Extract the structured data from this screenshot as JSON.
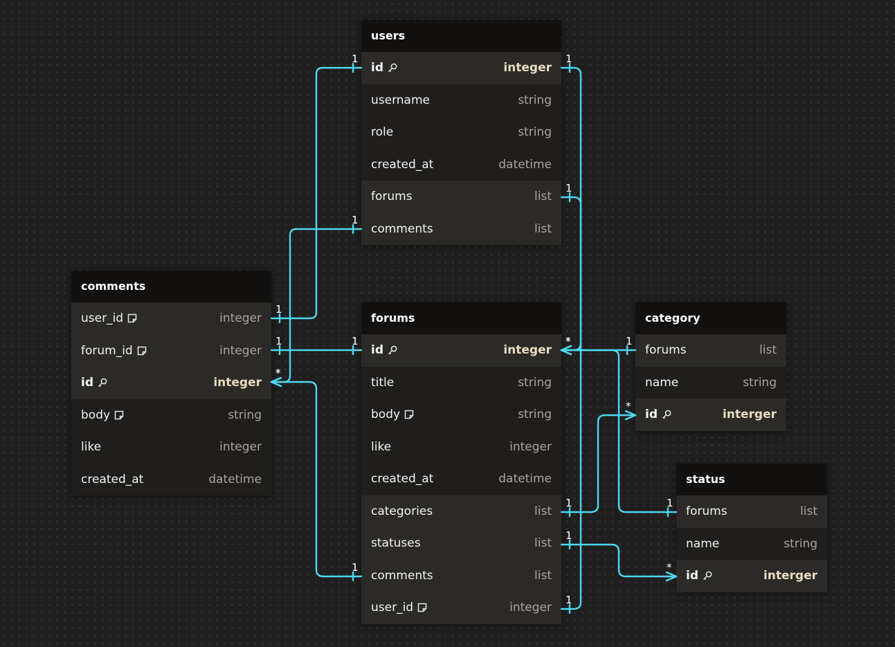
{
  "tables": {
    "users": {
      "title": "users",
      "fields": [
        {
          "name": "id",
          "type": "integer",
          "pk": true
        },
        {
          "name": "username",
          "type": "string"
        },
        {
          "name": "role",
          "type": "string"
        },
        {
          "name": "created_at",
          "type": "datetime"
        },
        {
          "name": "forums",
          "type": "list"
        },
        {
          "name": "comments",
          "type": "list"
        }
      ]
    },
    "comments": {
      "title": "comments",
      "fields": [
        {
          "name": "user_id",
          "type": "integer",
          "note": true
        },
        {
          "name": "forum_id",
          "type": "integer",
          "note": true
        },
        {
          "name": "id",
          "type": "integer",
          "pk": true
        },
        {
          "name": "body",
          "type": "string",
          "note": true
        },
        {
          "name": "like",
          "type": "integer"
        },
        {
          "name": "created_at",
          "type": "datetime"
        }
      ]
    },
    "forums": {
      "title": "forums",
      "fields": [
        {
          "name": "id",
          "type": "integer",
          "pk": true
        },
        {
          "name": "title",
          "type": "string"
        },
        {
          "name": "body",
          "type": "string",
          "note": true
        },
        {
          "name": "like",
          "type": "integer"
        },
        {
          "name": "created_at",
          "type": "datetime"
        },
        {
          "name": "categories",
          "type": "list"
        },
        {
          "name": "statuses",
          "type": "list"
        },
        {
          "name": "comments",
          "type": "list"
        },
        {
          "name": "user_id",
          "type": "integer",
          "note": true
        }
      ]
    },
    "category": {
      "title": "category",
      "fields": [
        {
          "name": "forums",
          "type": "list"
        },
        {
          "name": "name",
          "type": "string"
        },
        {
          "name": "id",
          "type": "interger",
          "pk": true
        }
      ]
    },
    "status": {
      "title": "status",
      "fields": [
        {
          "name": "forums",
          "type": "list"
        },
        {
          "name": "name",
          "type": "string"
        },
        {
          "name": "id",
          "type": "interger",
          "pk": true
        }
      ]
    }
  },
  "relationships": [
    {
      "from": "users.id",
      "to": "comments.user_id",
      "from_card": "1",
      "to_card": "1"
    },
    {
      "from": "users.comments",
      "to": "comments.id",
      "from_card": "1",
      "to_card": "*"
    },
    {
      "from": "comments.forum_id",
      "to": "forums.id",
      "from_card": "1",
      "to_card": "1"
    },
    {
      "from": "comments.id",
      "to": "forums.comments",
      "from_card": "*",
      "to_card": "1"
    },
    {
      "from": "users.id",
      "to": "forums.user_id",
      "from_card": "1",
      "to_card": "1"
    },
    {
      "from": "users.forums",
      "to": "forums.id",
      "from_card": "1",
      "to_card": "*"
    },
    {
      "from": "forums.id",
      "to": "category.forums",
      "from_card": "*",
      "to_card": "1"
    },
    {
      "from": "forums.id",
      "to": "status.forums",
      "from_card": "*",
      "to_card": "1"
    },
    {
      "from": "forums.categories",
      "to": "category.id",
      "from_card": "1",
      "to_card": "*"
    },
    {
      "from": "forums.statuses",
      "to": "status.id",
      "from_card": "1",
      "to_card": "*"
    }
  ],
  "colors": {
    "connector": "#4dd8f0",
    "background": "#1f1f1f",
    "header": "#121110",
    "row_alt": "#2c2a27",
    "row_plain": "#1f1e1c",
    "key_type": "#e8dcc0"
  },
  "icons": {
    "primary_key": "key-icon",
    "note": "note-icon"
  }
}
